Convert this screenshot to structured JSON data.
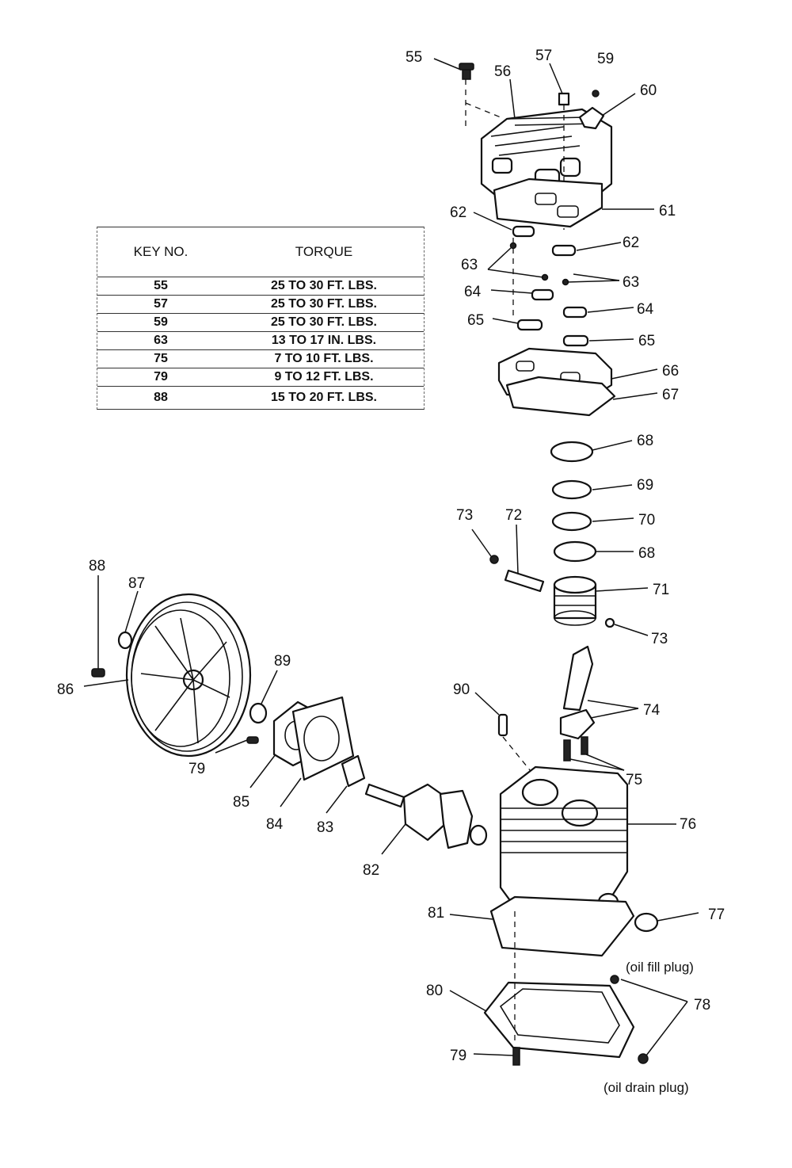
{
  "torque_table": {
    "headers": [
      "KEY NO.",
      "TORQUE"
    ],
    "rows": [
      {
        "key": "55",
        "torque": "25 TO 30 FT. LBS."
      },
      {
        "key": "57",
        "torque": "25 TO 30 FT. LBS."
      },
      {
        "key": "59",
        "torque": "25 TO 30 FT. LBS."
      },
      {
        "key": "63",
        "torque": "13 TO 17 IN. LBS."
      },
      {
        "key": "75",
        "torque": "7 TO 10 FT. LBS."
      },
      {
        "key": "79",
        "torque": "9 TO 12 FT. LBS."
      },
      {
        "key": "88",
        "torque": "15 TO 20 FT. LBS."
      }
    ]
  },
  "callouts": {
    "c55": "55",
    "c56": "56",
    "c57": "57",
    "c59": "59",
    "c60": "60",
    "c61": "61",
    "c62a": "62",
    "c62b": "62",
    "c63a": "63",
    "c63b": "63",
    "c64a": "64",
    "c64b": "64",
    "c65a": "65",
    "c65b": "65",
    "c66": "66",
    "c67": "67",
    "c68a": "68",
    "c69": "69",
    "c70": "70",
    "c68b": "68",
    "c73a": "73",
    "c72": "72",
    "c71": "71",
    "c73b": "73",
    "c88": "88",
    "c87": "87",
    "c86": "86",
    "c89": "89",
    "c90": "90",
    "c74": "74",
    "c79a": "79",
    "c85": "85",
    "c84": "84",
    "c83": "83",
    "c75": "75",
    "c76": "76",
    "c82": "82",
    "c81": "81",
    "c77": "77",
    "c80": "80",
    "c78": "78",
    "c79b": "79"
  },
  "notes": {
    "oil_fill_plug": "(oil fill plug)",
    "oil_drain_plug": "(oil drain plug)"
  }
}
